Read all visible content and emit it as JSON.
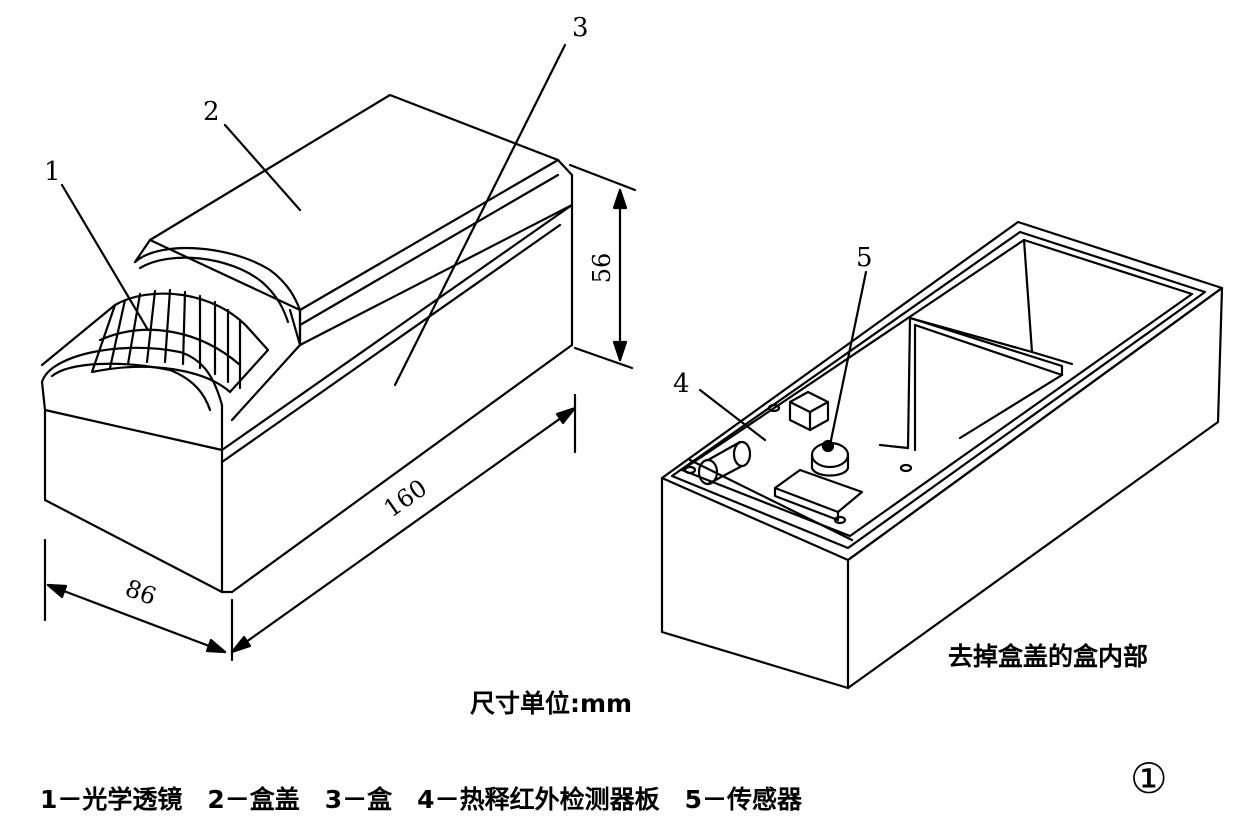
{
  "labels": {
    "l1": "1",
    "l2": "2",
    "l3": "3",
    "l4": "4",
    "l5": "5"
  },
  "dimensions": {
    "height": "56",
    "length": "160",
    "width": "86"
  },
  "captions": {
    "inside": "去掉盒盖的盒内部",
    "unit": "尺寸单位:mm"
  },
  "legend": "1－光学透镜　2－盒盖　3－盒　4－热释红外检测器板　5－传感器",
  "figure_number": "①"
}
